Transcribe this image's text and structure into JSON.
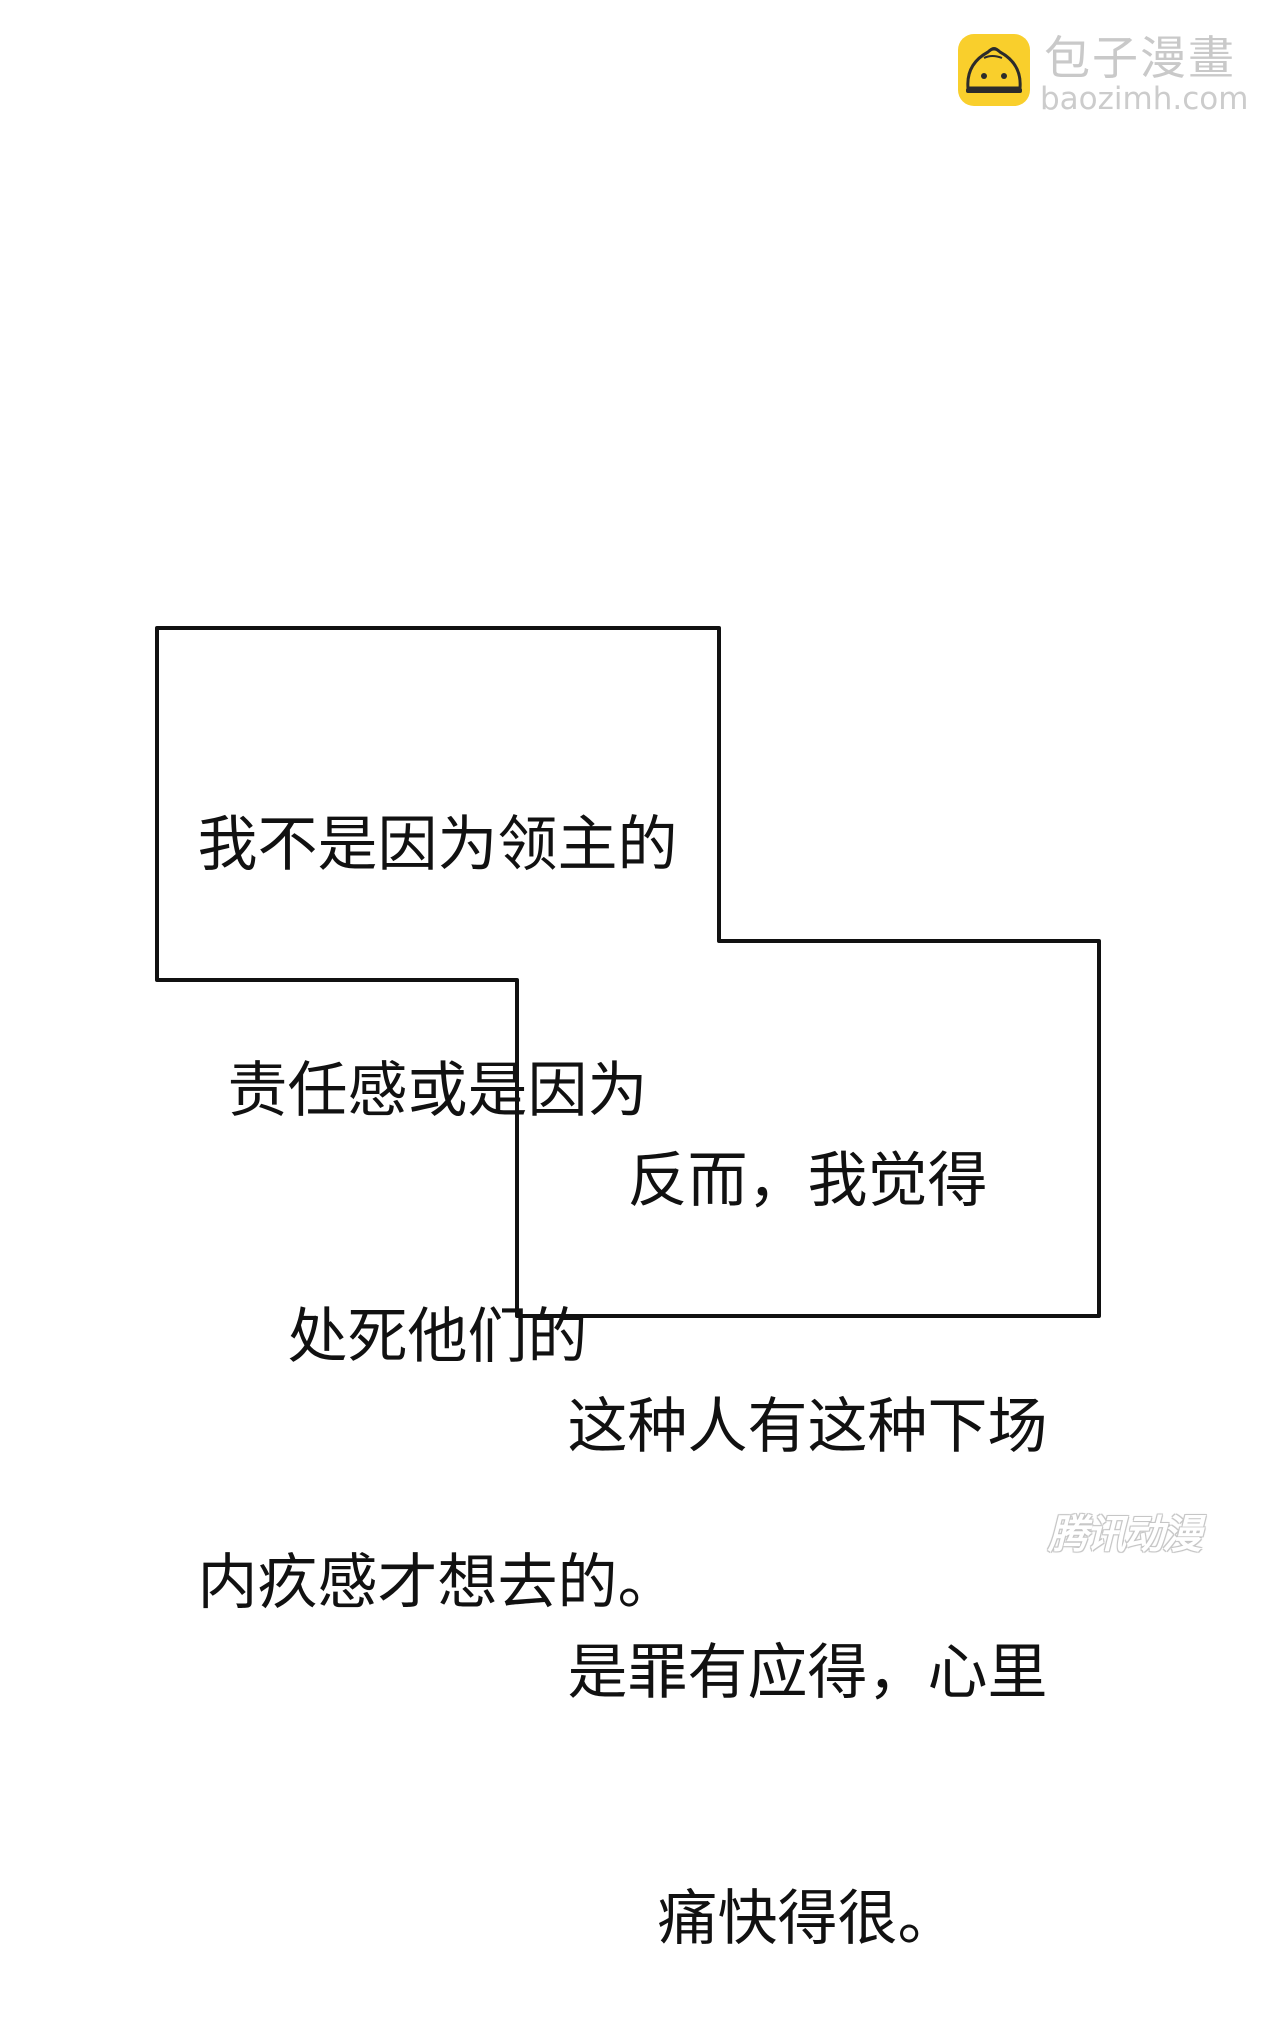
{
  "header": {
    "logo": {
      "title": "包子漫畫",
      "url": "baozimh.com",
      "icon": "steamed-bun-icon",
      "icon_color": "#f9cf2c"
    }
  },
  "panel": {
    "caption_1": {
      "lines": [
        "我不是因为领主的",
        "责任感或是因为",
        "处死他们的",
        "内疚感才想去的。"
      ]
    },
    "caption_2": {
      "lines": [
        "反而，我觉得",
        "这种人有这种下场",
        "是罪有应得，心里",
        "痛快得很。"
      ]
    }
  },
  "footer": {
    "watermark": "腾讯动漫"
  }
}
